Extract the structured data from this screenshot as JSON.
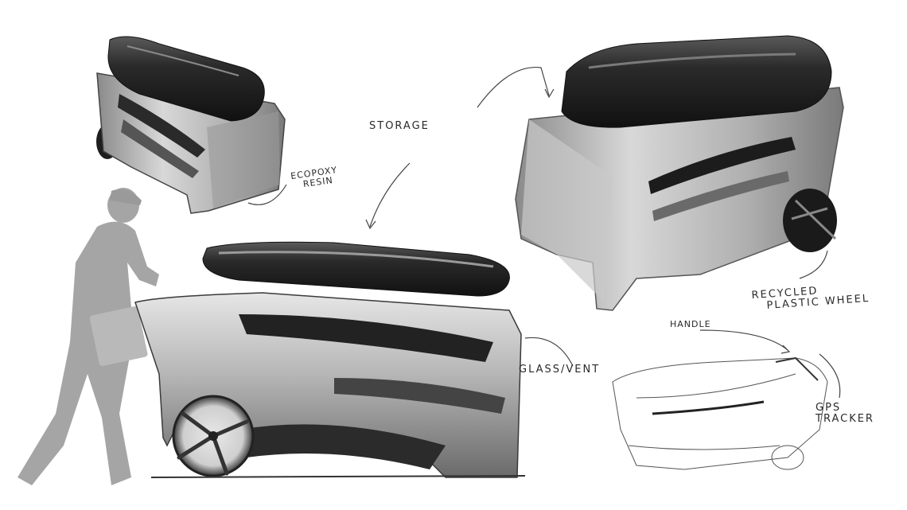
{
  "annotations": {
    "storage": "STORAGE",
    "epoxy_resin": [
      "ECOPOXY",
      "RESIN"
    ],
    "recycled_wheel": [
      "RECYCLED",
      "PLASTIC WHEEL"
    ],
    "glass_vent": "GLASS/VENT",
    "handle": "HANDLE",
    "gps_tracker": [
      "GPS",
      "TRACKER"
    ]
  },
  "colors": {
    "background": "#ffffff",
    "body_gray": "#a8a8a8",
    "lid_black": "#1c1c1c",
    "silhouette": "#a5a5a5",
    "ink": "#2a2a2a"
  }
}
